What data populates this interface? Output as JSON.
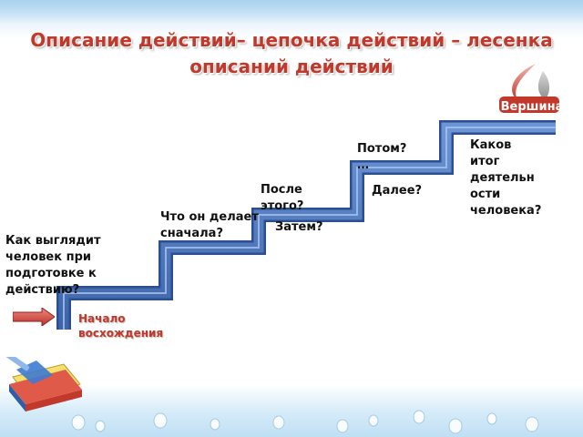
{
  "title": {
    "line1": "Описание действий– цепочка действий – лесенка",
    "line2": "описаний действий"
  },
  "logo": {
    "text": "Вершина"
  },
  "start_label": "Начало\nвосхождения",
  "steps": [
    {
      "text": "Как выглядит\nчеловек при\nподготовке к\nдействию?"
    },
    {
      "text": "Что он делает\nсначала?"
    },
    {
      "text": "После\nэтого?"
    },
    {
      "text": "Затем?"
    },
    {
      "text": "Потом?\n…"
    },
    {
      "text": "Далее?"
    },
    {
      "text": "Каков\nитог\nдеятельн\nости\nчеловека?"
    }
  ],
  "colors": {
    "title": "#c0392b",
    "stair_fill": "#4a74bd",
    "stair_edge": "#2b4f8f",
    "arrow": "#d6453d",
    "start_label": "#c0392b"
  }
}
